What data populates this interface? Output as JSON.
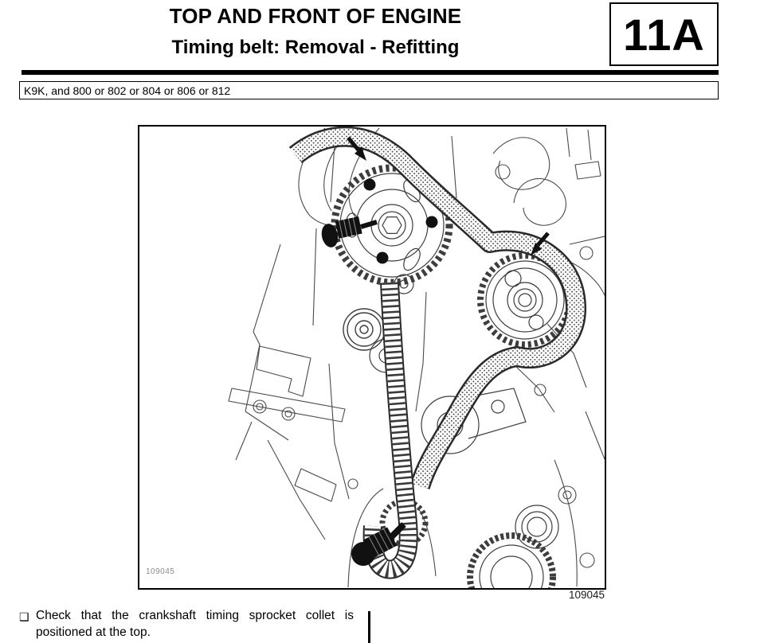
{
  "header": {
    "title": "TOP AND FRONT OF ENGINE",
    "subtitle": "Timing belt: Removal - Refitting",
    "section_code": "11A"
  },
  "spec_bar": {
    "text": "K9K, and 800 or 802 or 804 or 806 or 812"
  },
  "figure": {
    "watermark": "109045",
    "figure_number": "109045",
    "depicts": "Engine timing belt with camshaft sprocket pin tool, injection pump sprocket, tensioner and crankshaft sprocket collet positioned at top"
  },
  "instructions": {
    "bullet_glyph": "❑",
    "items": [
      {
        "text": "Check that the crankshaft timing sprocket collet is positioned at the top."
      }
    ]
  },
  "colors": {
    "ink": "#000000",
    "line_art": "#4a4a4a",
    "watermark_gray": "#8a8a8a"
  }
}
